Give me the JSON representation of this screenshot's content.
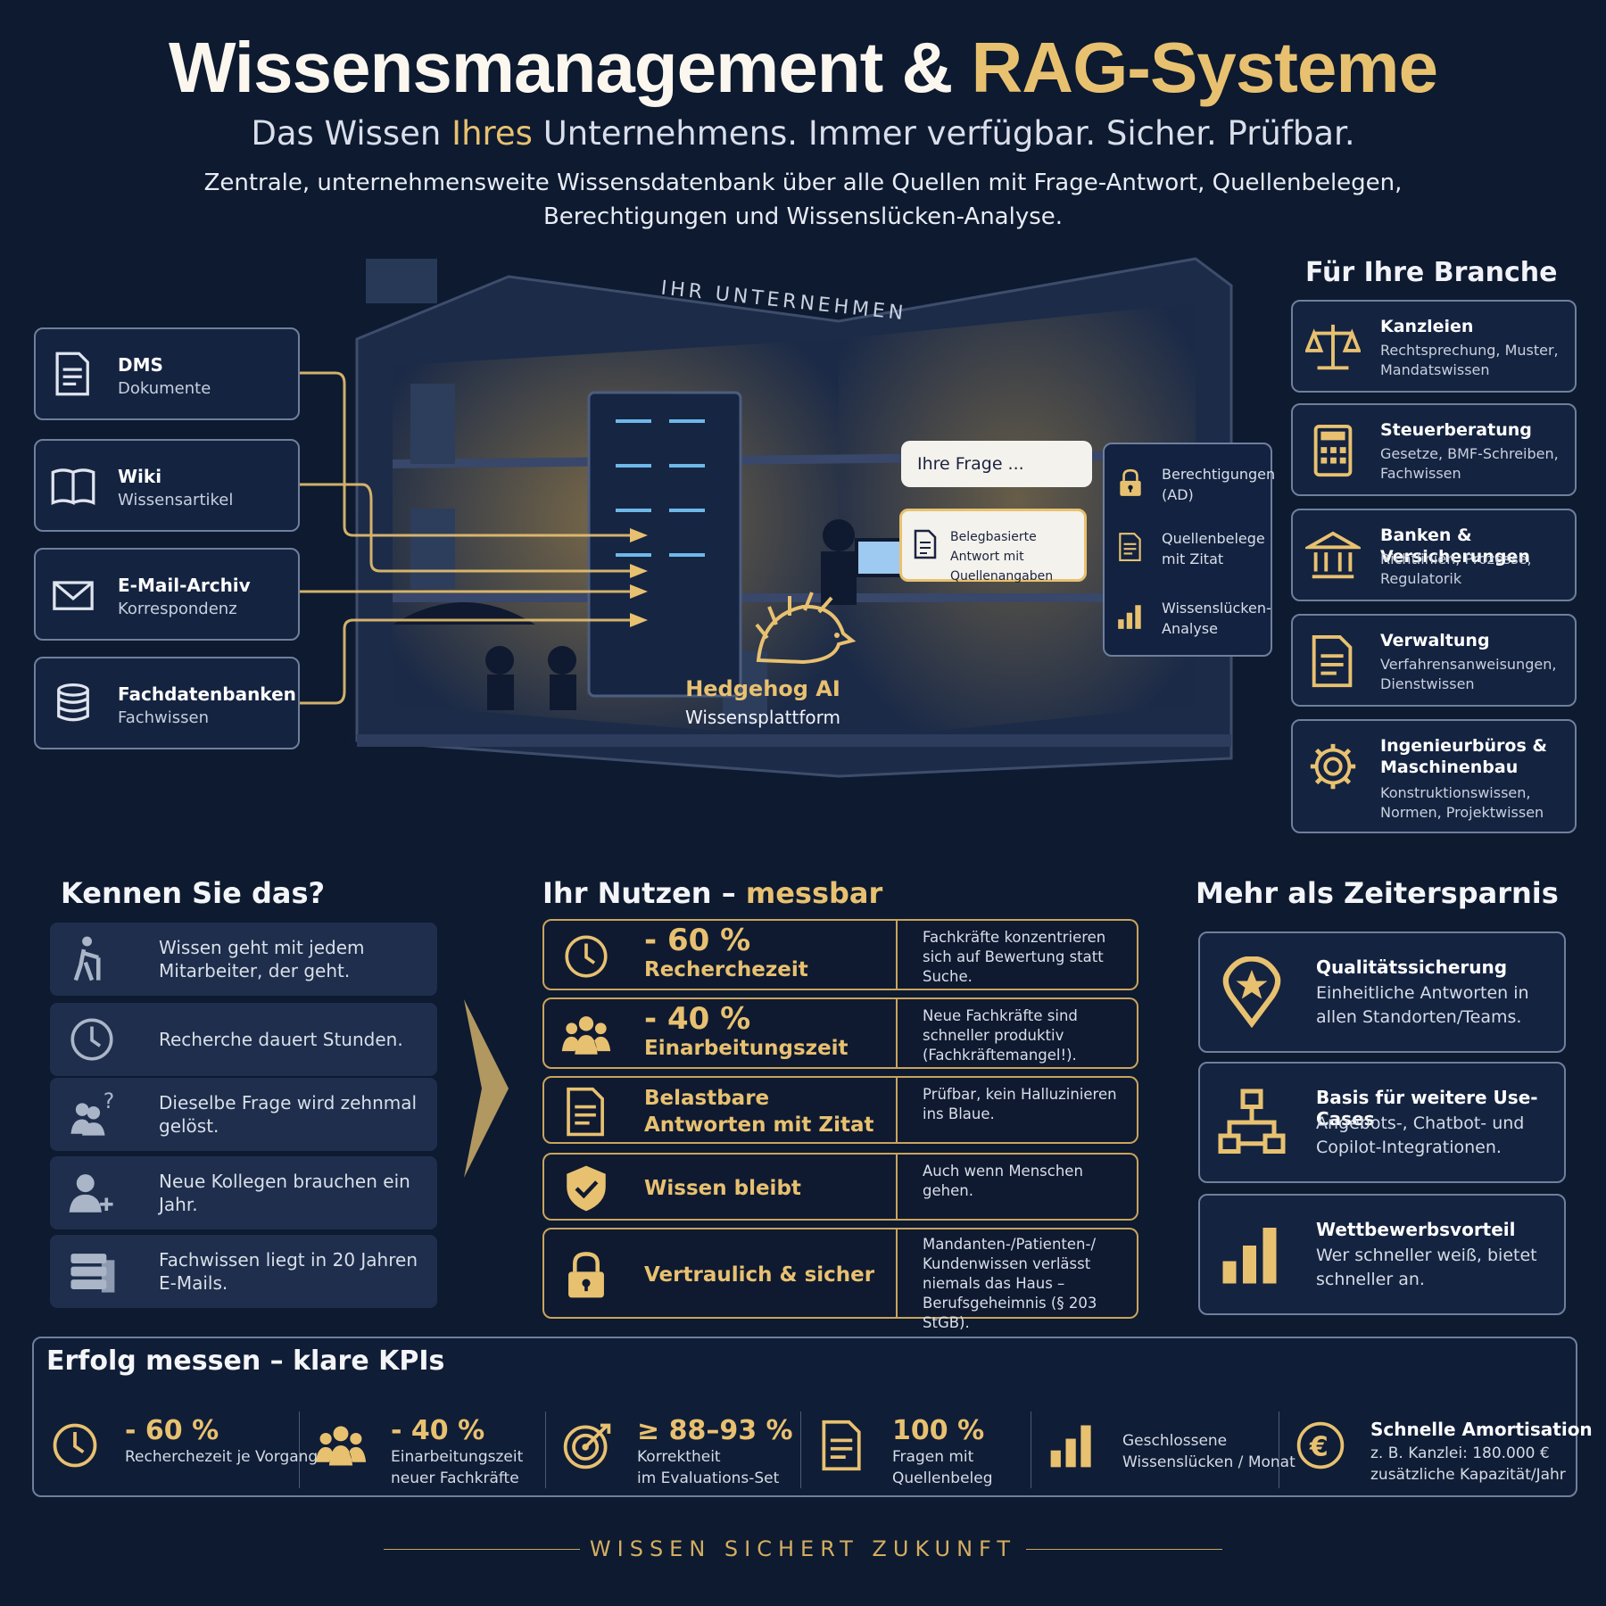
{
  "header": {
    "title_a": "Wissensmanagement & ",
    "title_b": "RAG-Systeme",
    "subtitle_1": "Das Wissen ",
    "subtitle_2": "Ihres",
    "subtitle_3": " Unternehmens. Immer verfügbar. Sicher. Prüfbar.",
    "description": "Zentrale, unternehmensweite Wissensdatenbank über alle Quellen mit Frage-Antwort, Quellenbelegen, Berechtigungen und Wissenslücken-Analyse."
  },
  "sources": [
    {
      "title": "DMS",
      "sub": "Dokumente",
      "icon": "document-icon"
    },
    {
      "title": "Wiki",
      "sub": "Wissensartikel",
      "icon": "book-icon"
    },
    {
      "title": "E-Mail-Archiv",
      "sub": "Korrespondenz",
      "icon": "mail-icon"
    },
    {
      "title": "Fachdatenbanken",
      "sub": "Fachwissen",
      "icon": "database-icon"
    }
  ],
  "building": {
    "sign": "IHR UNTERNEHMEN",
    "platform_name": "Hedgehog AI",
    "platform_sub": "Wissensplattform",
    "question": "Ihre Frage ...",
    "answer": "Belegbasierte Antwort mit Quellenangaben",
    "features": [
      {
        "label": "Berechtigungen (AD)",
        "icon": "lock-icon"
      },
      {
        "label": "Quellenbelege mit Zitat",
        "icon": "document-icon"
      },
      {
        "label": "Wissenslücken-Analyse",
        "icon": "bar-chart-icon"
      }
    ]
  },
  "branches": {
    "heading": "Für Ihre Branche",
    "items": [
      {
        "title": "Kanzleien",
        "desc": "Rechtsprechung, Muster, Mandatswissen",
        "icon": "scales-icon"
      },
      {
        "title": "Steuerberatung",
        "desc": "Gesetze, BMF-Schreiben, Fachwissen",
        "icon": "calculator-icon"
      },
      {
        "title": "Banken & Versicherungen",
        "desc": "Richtlinien, Prozesse, Regulatorik",
        "icon": "bank-icon"
      },
      {
        "title": "Verwaltung",
        "desc": "Verfahrensanweisungen, Dienstwissen",
        "icon": "document-icon"
      },
      {
        "title": "Ingenieurbüros & Maschinenbau",
        "desc": "Konstruktionswissen, Normen, Projektwissen",
        "icon": "gear-icon"
      }
    ]
  },
  "problems": {
    "heading": "Kennen Sie das?",
    "items": [
      {
        "text": "Wissen geht mit jedem Mitarbeiter, der geht.",
        "icon": "person-leaving-icon"
      },
      {
        "text": "Recherche dauert Stunden.",
        "icon": "clock-icon"
      },
      {
        "text": "Dieselbe Frage wird zehnmal gelöst.",
        "icon": "group-question-icon"
      },
      {
        "text": "Neue Kollegen brauchen ein Jahr.",
        "icon": "add-user-icon"
      },
      {
        "text": "Fachwissen liegt in 20 Jahren E-Mails.",
        "icon": "archive-icon"
      }
    ]
  },
  "benefits": {
    "heading_a": "Ihr Nutzen – ",
    "heading_b": "messbar",
    "items": [
      {
        "value": "- 60 %",
        "label": "Recherchezeit",
        "desc": "Fachkräfte konzentrieren sich auf Bewertung statt Suche.",
        "icon": "clock-icon"
      },
      {
        "value": "- 40 %",
        "label": "Einarbeitungszeit",
        "desc": "Neue Fachkräfte sind schneller produktiv (Fachkräftemangel!).",
        "icon": "group-icon"
      },
      {
        "value": "",
        "label": "Belastbare Antworten mit Zitat",
        "desc": "Prüfbar, kein Halluzinieren ins Blaue.",
        "icon": "document-icon"
      },
      {
        "value": "",
        "label": "Wissen bleibt",
        "desc": "Auch wenn Menschen gehen.",
        "icon": "shield-check-icon"
      },
      {
        "value": "",
        "label": "Vertraulich & sicher",
        "desc": "Mandanten-/Patienten-/ Kundenwissen verlässt niemals das Haus – Berufsgeheimnis (§ 203 StGB).",
        "icon": "lock-icon"
      }
    ]
  },
  "more": {
    "heading": "Mehr als Zeitersparnis",
    "items": [
      {
        "title": "Qualitätssicherung",
        "desc": "Einheitliche Antworten in allen Standorten/Teams.",
        "icon": "star-pin-icon"
      },
      {
        "title": "Basis für weitere Use-Cases",
        "desc": "Angebots-, Chatbot- und Copilot-Integrationen.",
        "icon": "hierarchy-icon"
      },
      {
        "title": "Wettbewerbsvorteil",
        "desc": "Wer schneller weiß, bietet schneller an.",
        "icon": "bar-chart-icon"
      }
    ]
  },
  "kpis": {
    "heading": "Erfolg messen – klare KPIs",
    "items": [
      {
        "value": "- 60 %",
        "label_1": "Recherchezeit je Vorgang",
        "label_2": "",
        "icon": "clock-icon"
      },
      {
        "value": "- 40 %",
        "label_1": "Einarbeitungszeit",
        "label_2": "neuer Fachkräfte",
        "icon": "group-icon"
      },
      {
        "value": "≥ 88–93 %",
        "label_1": "Korrektheit",
        "label_2": "im Evaluations-Set",
        "icon": "target-icon"
      },
      {
        "value": "100 %",
        "label_1": "Fragen mit",
        "label_2": "Quellenbeleg",
        "icon": "document-icon"
      },
      {
        "value": "",
        "label_1": "Geschlossene",
        "label_2": "Wissenslücken / Monat",
        "icon": "bar-chart-icon"
      },
      {
        "value": "Schnelle Amortisation",
        "label_1": "z. B. Kanzlei: 180.000 €",
        "label_2": "zusätzliche Kapazität/Jahr",
        "icon": "euro-icon"
      }
    ]
  },
  "footer": "WISSEN SICHERT ZUKUNFT",
  "colors": {
    "background": "#0d1a30",
    "gold": "#e8c170",
    "panel": "#142340"
  }
}
